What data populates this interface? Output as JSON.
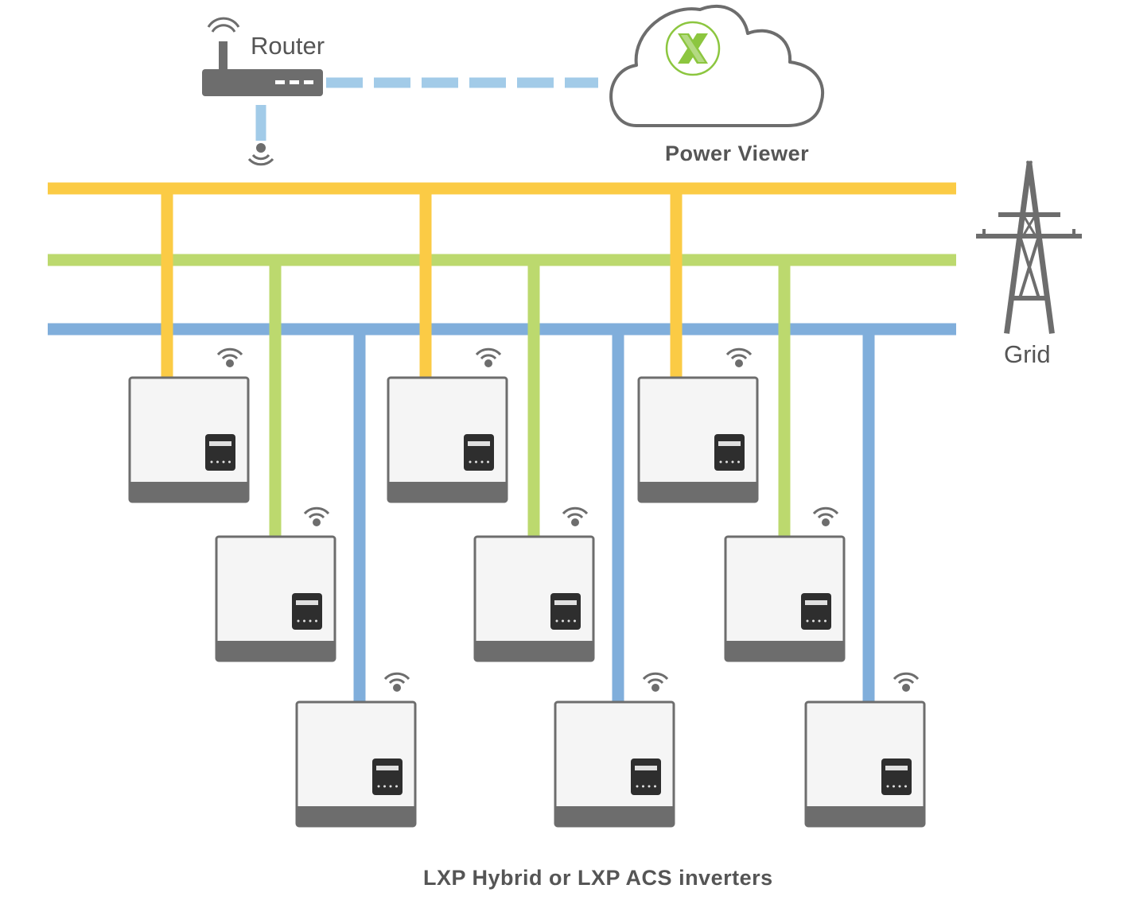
{
  "labels": {
    "router": "Router",
    "power_viewer": "Power Viewer",
    "grid": "Grid",
    "caption": "LXP Hybrid or LXP ACS inverters"
  },
  "colors": {
    "phase_1": "#fbcb45",
    "phase_2": "#bcd96e",
    "phase_3": "#80aedb",
    "wireless_link": "#a2cbe8",
    "device_gray": "#6d6d6d",
    "logo_green": "#8cc63f",
    "text": "#555555"
  },
  "icons": {
    "router": "router-icon",
    "cloud": "cloud-icon",
    "logo": "x-logo-icon",
    "tower": "power-tower-icon",
    "wifi": "wifi-icon",
    "inverter": "inverter-icon"
  },
  "inverter_count": 9
}
